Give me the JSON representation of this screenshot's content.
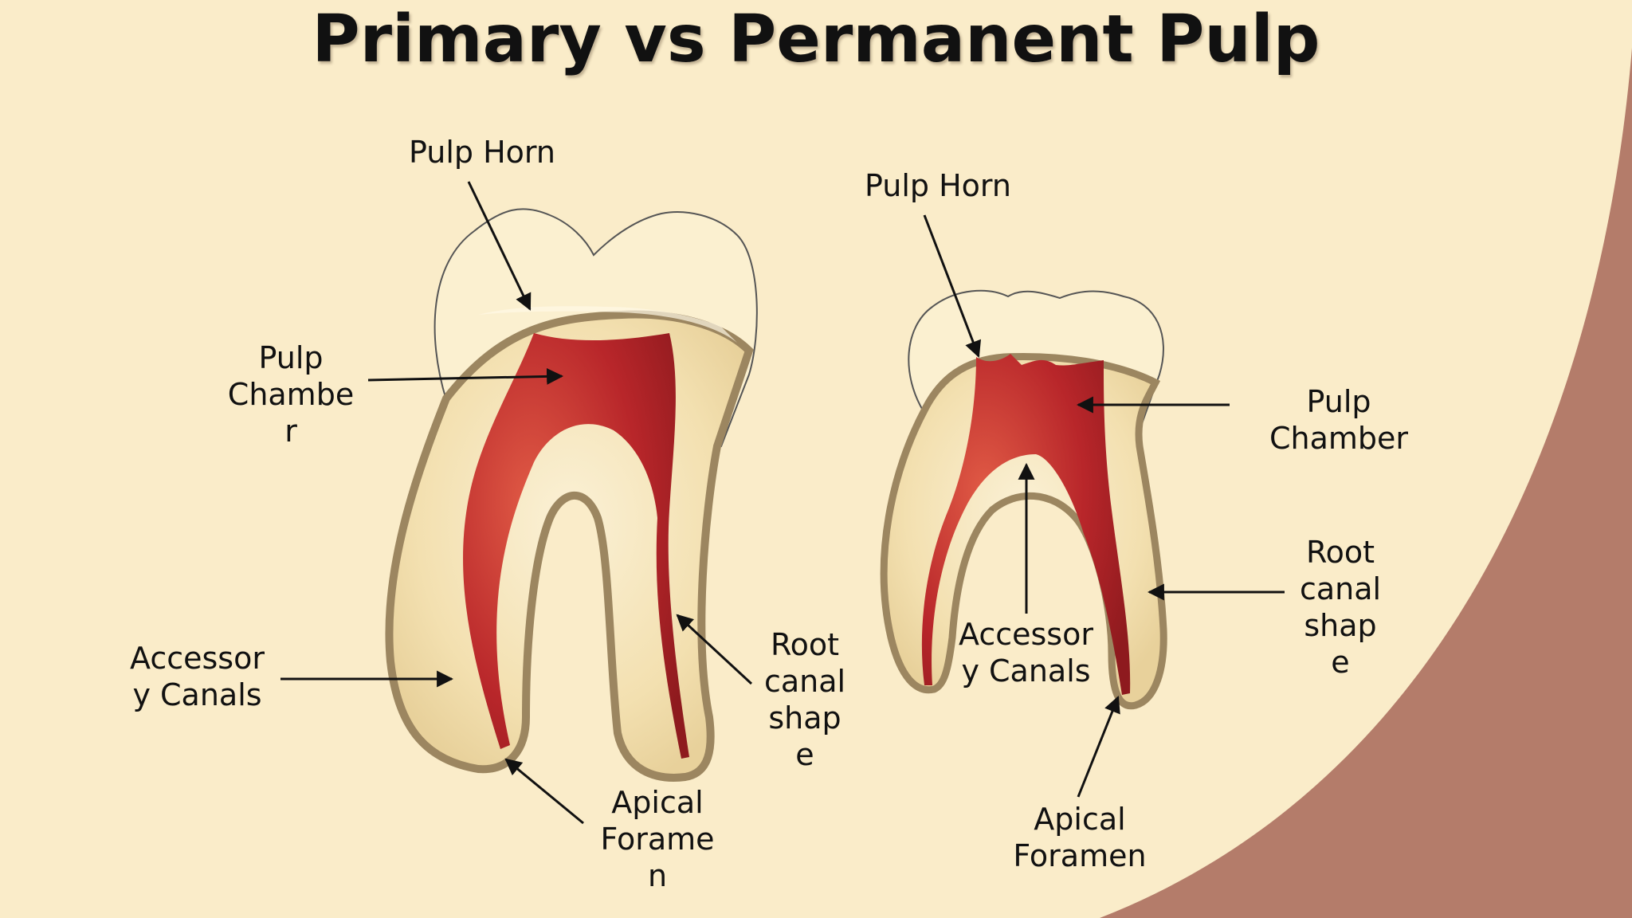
{
  "title": "Primary vs Permanent Pulp",
  "colors": {
    "background": "#faecc9",
    "corner_accent": "#b47c6a",
    "pulp": "#b7272a",
    "tooth_outline": "#9c8660",
    "dentin": "#f3e2b6"
  },
  "primary_tooth": {
    "pulp_horn": "Pulp Horn",
    "pulp_chamber": [
      "Pulp",
      "Chambe",
      "r"
    ],
    "accessory_canals": [
      "Accessor",
      "y Canals"
    ],
    "root_canal_shape": [
      "Root",
      "canal",
      "shap",
      "e"
    ],
    "apical_foramen": [
      "Apical",
      "Forame",
      "n"
    ]
  },
  "permanent_tooth": {
    "pulp_horn": "Pulp Horn",
    "pulp_chamber": [
      "Pulp",
      "Chamber"
    ],
    "accessory_canals": [
      "Accessor",
      "y Canals"
    ],
    "root_canal_shape": [
      "Root",
      "canal",
      "shap",
      "e"
    ],
    "apical_foramen": [
      "Apical",
      "Foramen"
    ]
  }
}
